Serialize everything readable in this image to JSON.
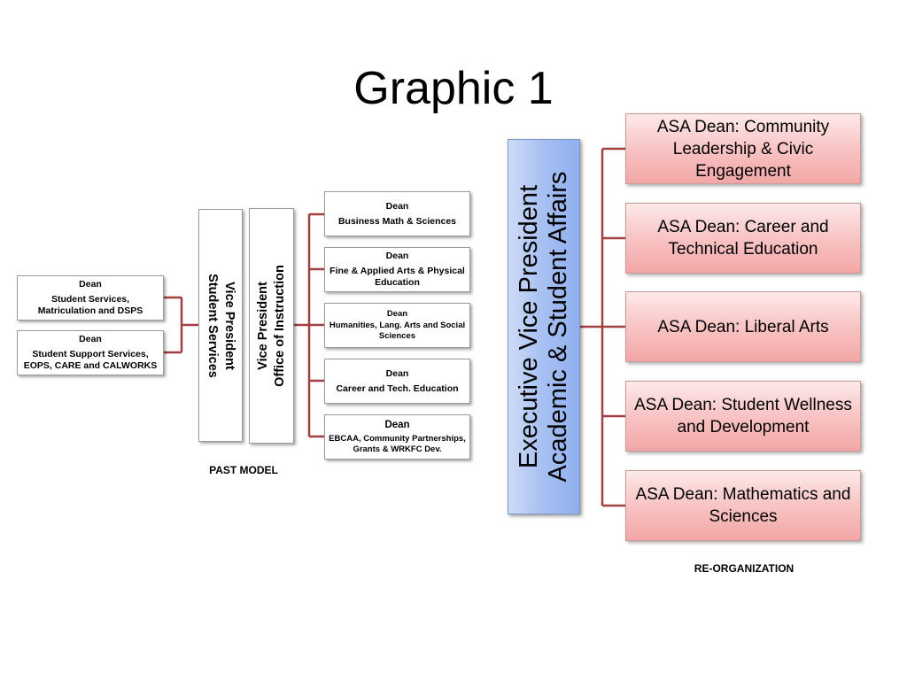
{
  "title": "Graphic 1",
  "past_model": {
    "caption": "PAST MODEL",
    "vp_student_services": [
      "Vice President",
      "Student Services"
    ],
    "vp_instruction": [
      "Vice President",
      "Office of Instruction"
    ],
    "student_deans": [
      {
        "dean": "Dean",
        "lines": [
          "Student Services,",
          "Matriculation and DSPS"
        ]
      },
      {
        "dean": "Dean",
        "lines": [
          "Student Support Services,",
          "EOPS, CARE and CALWORKS"
        ]
      }
    ],
    "instruction_deans": [
      {
        "dean": "Dean",
        "lines": [
          "Business Math & Sciences"
        ]
      },
      {
        "dean": "Dean",
        "lines": [
          "Fine & Applied Arts & Physical",
          "Education"
        ]
      },
      {
        "dean": "Dean",
        "lines": [
          "Humanities, Lang. Arts and Social",
          "Sciences"
        ]
      },
      {
        "dean": "Dean",
        "lines": [
          "Career and Tech. Education"
        ]
      },
      {
        "dean": "Dean",
        "lines": [
          "EBCAA, Community Partnerships,",
          "Grants & WRKFC Dev."
        ]
      }
    ]
  },
  "reorganization": {
    "caption": "RE-ORGANIZATION",
    "executive": [
      "Executive Vice President",
      "Academic & Student Affairs"
    ],
    "asa_deans": [
      "ASA Dean: Community Leadership & Civic Engagement",
      "ASA Dean: Career and Technical Education",
      "ASA Dean: Liberal Arts",
      "ASA Dean: Student Wellness and Development",
      "ASA Dean: Mathematics and Sciences"
    ]
  },
  "colors": {
    "connector": "#a04040",
    "executive_fill": "#a9c1f2",
    "asa_fill": "#f8c4c4"
  }
}
